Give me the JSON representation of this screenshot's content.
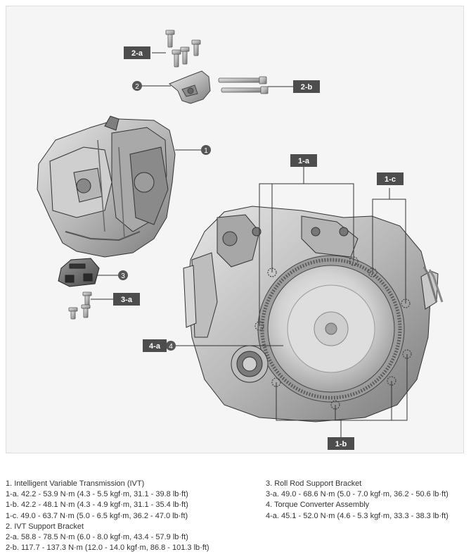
{
  "callouts": {
    "c1": "1",
    "c2": "2",
    "c3": "3",
    "c4": "4",
    "c1a": "1-a",
    "c1b": "1-b",
    "c1c": "1-c",
    "c2a": "2-a",
    "c2b": "2-b",
    "c3a": "3-a",
    "c4a": "4-a"
  },
  "legend": {
    "left": [
      "1. Intelligent Variable Transmission (IVT)",
      "1-a. 42.2 - 53.9 N·m (4.3 - 5.5 kgf·m, 31.1 - 39.8 lb·ft)",
      "1-b. 42.2 - 48.1 N·m (4.3 - 4.9 kgf·m, 31.1 - 35.4 lb·ft)",
      "1-c. 49.0 - 63.7 N·m (5.0 - 6.5 kgf·m, 36.2 - 47.0 lb·ft)",
      "2. IVT Support Bracket",
      "2-a. 58.8 - 78.5 N·m (6.0 - 8.0 kgf·m, 43.4 - 57.9 lb·ft)",
      "2-b. 117.7 - 137.3 N·m (12.0 - 14.0 kgf·m, 86.8 - 101.3 lb·ft)"
    ],
    "right": [
      "3. Roll Rod Support Bracket",
      "3-a. 49.0 - 68.6 N·m (5.0 - 7.0 kgf·m, 36.2 - 50.6 lb·ft)",
      "4. Torque Converter Assembly",
      "4-a. 45.1 - 52.0 N·m (4.6 - 5.3 kgf·m, 33.3 - 38.3 lb·ft)"
    ]
  }
}
